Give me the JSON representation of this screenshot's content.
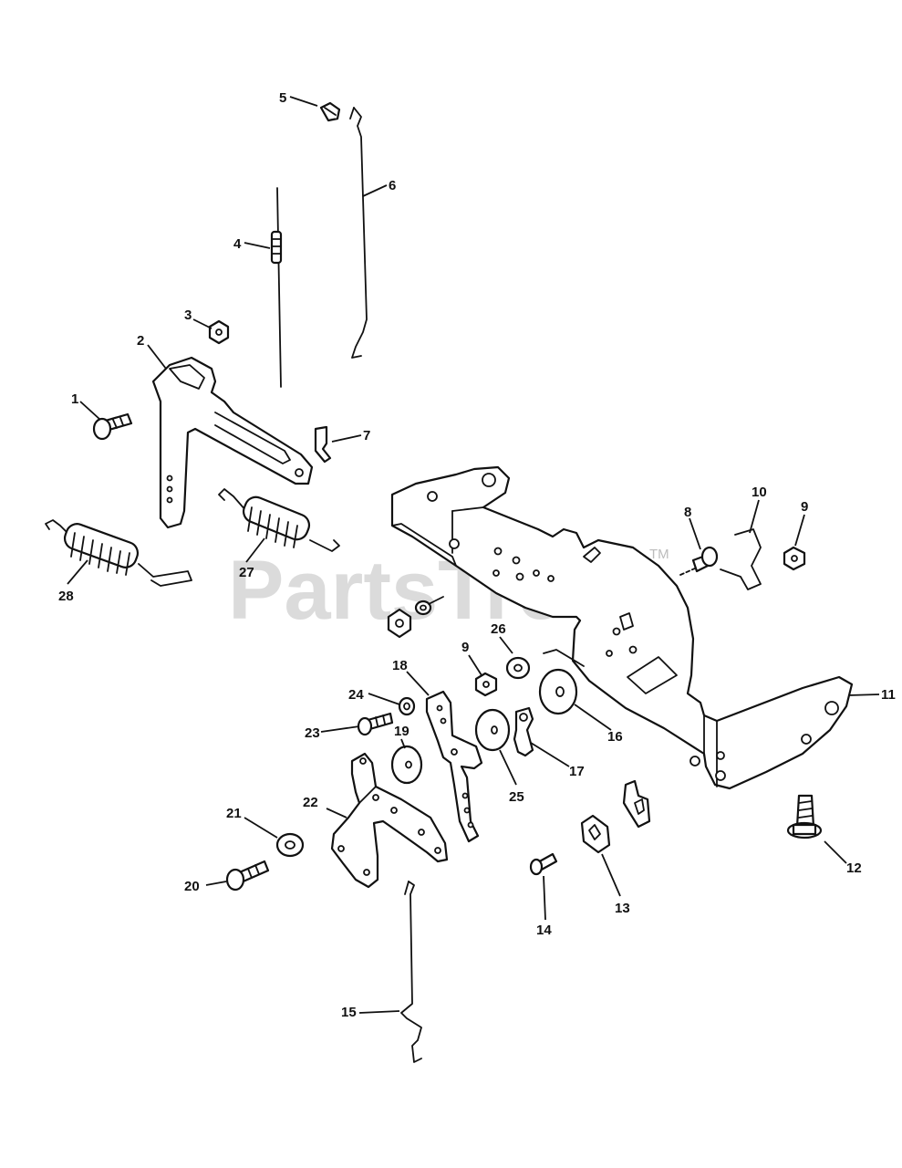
{
  "watermark": {
    "text": "PartsTree",
    "trademark": "TM"
  },
  "callouts": [
    {
      "id": "c1",
      "text": "1"
    },
    {
      "id": "c2",
      "text": "2"
    },
    {
      "id": "c3",
      "text": "3"
    },
    {
      "id": "c4",
      "text": "4"
    },
    {
      "id": "c5",
      "text": "5"
    },
    {
      "id": "c6",
      "text": "6"
    },
    {
      "id": "c7",
      "text": "7"
    },
    {
      "id": "c8",
      "text": "8"
    },
    {
      "id": "c9a",
      "text": "9"
    },
    {
      "id": "c9b",
      "text": "9"
    },
    {
      "id": "c10",
      "text": "10"
    },
    {
      "id": "c11",
      "text": "11"
    },
    {
      "id": "c12",
      "text": "12"
    },
    {
      "id": "c13",
      "text": "13"
    },
    {
      "id": "c14",
      "text": "14"
    },
    {
      "id": "c15",
      "text": "15"
    },
    {
      "id": "c16",
      "text": "16"
    },
    {
      "id": "c17",
      "text": "17"
    },
    {
      "id": "c18",
      "text": "18"
    },
    {
      "id": "c19",
      "text": "19"
    },
    {
      "id": "c20",
      "text": "20"
    },
    {
      "id": "c21",
      "text": "21"
    },
    {
      "id": "c22",
      "text": "22"
    },
    {
      "id": "c23",
      "text": "23"
    },
    {
      "id": "c24",
      "text": "24"
    },
    {
      "id": "c25",
      "text": "25"
    },
    {
      "id": "c26",
      "text": "26"
    },
    {
      "id": "c27",
      "text": "27"
    },
    {
      "id": "c28",
      "text": "28"
    }
  ]
}
